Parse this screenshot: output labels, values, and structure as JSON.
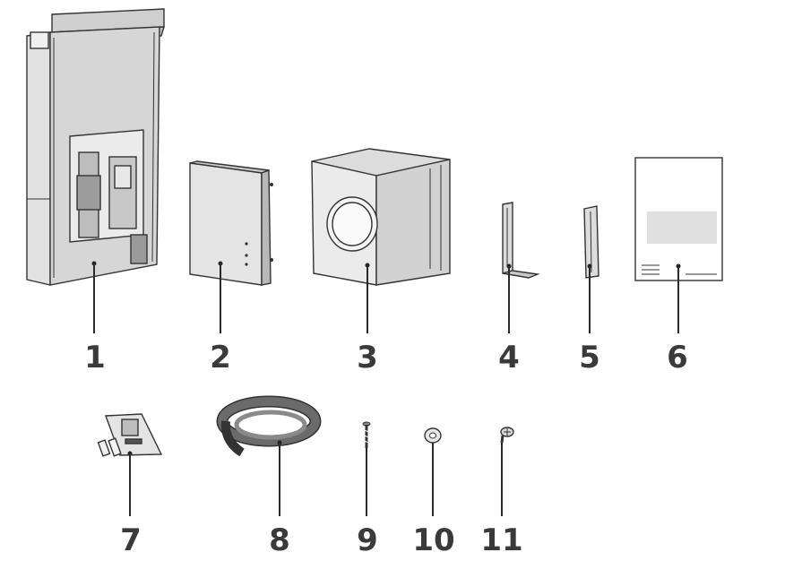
{
  "parts": [
    {
      "number": "1",
      "icon": "hood-body-icon"
    },
    {
      "number": "2",
      "icon": "control-box-icon"
    },
    {
      "number": "3",
      "icon": "fan-box-icon"
    },
    {
      "number": "4",
      "icon": "l-bracket-icon"
    },
    {
      "number": "5",
      "icon": "straight-bracket-icon"
    },
    {
      "number": "6",
      "icon": "instruction-manual-icon"
    },
    {
      "number": "7",
      "icon": "clip-kit-icon"
    },
    {
      "number": "8",
      "icon": "sealing-tape-roll-icon"
    },
    {
      "number": "9",
      "icon": "screw-icon"
    },
    {
      "number": "10",
      "icon": "washer-icon"
    },
    {
      "number": "11",
      "icon": "short-screw-icon"
    }
  ],
  "colors": {
    "line": "#2a2a2a",
    "number": "#3a3a3a",
    "panel": "#d4d4d4",
    "panel_light": "#e6e6e6",
    "tape": "#6b6b6b"
  }
}
